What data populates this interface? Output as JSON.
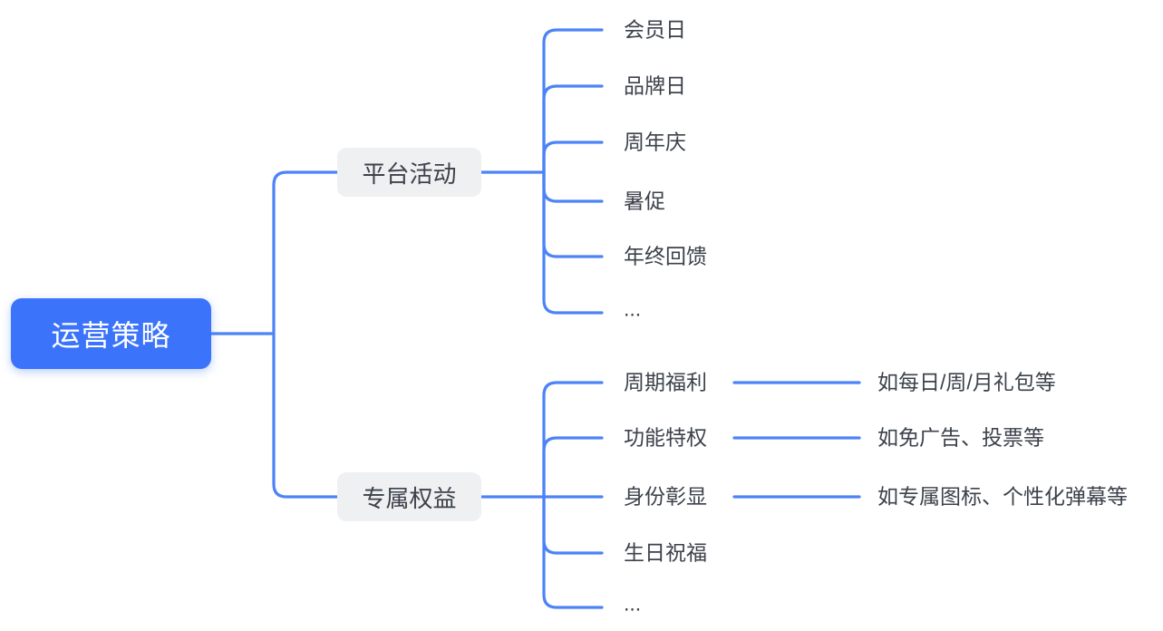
{
  "diagram": {
    "type": "mindmap",
    "root": {
      "label": "运营策略"
    },
    "branches": [
      {
        "label": "平台活动",
        "children": [
          {
            "label": "会员日"
          },
          {
            "label": "品牌日"
          },
          {
            "label": "周年庆"
          },
          {
            "label": "暑促"
          },
          {
            "label": "年终回馈"
          },
          {
            "label": "..."
          }
        ]
      },
      {
        "label": "专属权益",
        "children": [
          {
            "label": "周期福利",
            "note": "如每日/周/月礼包等"
          },
          {
            "label": "功能特权",
            "note": "如免广告、投票等"
          },
          {
            "label": "身份彰显",
            "note": "如专属图标、个性化弹幕等"
          },
          {
            "label": "生日祝福"
          },
          {
            "label": "..."
          }
        ]
      }
    ]
  },
  "colors": {
    "accent_blue": "#3B74FA",
    "line_blue": "#4C83F7",
    "node_gray": "#EFF0F2",
    "text_dark": "#3C424B",
    "text_white": "#FFFFFF",
    "canvas_bg": "#FFFFFF"
  }
}
